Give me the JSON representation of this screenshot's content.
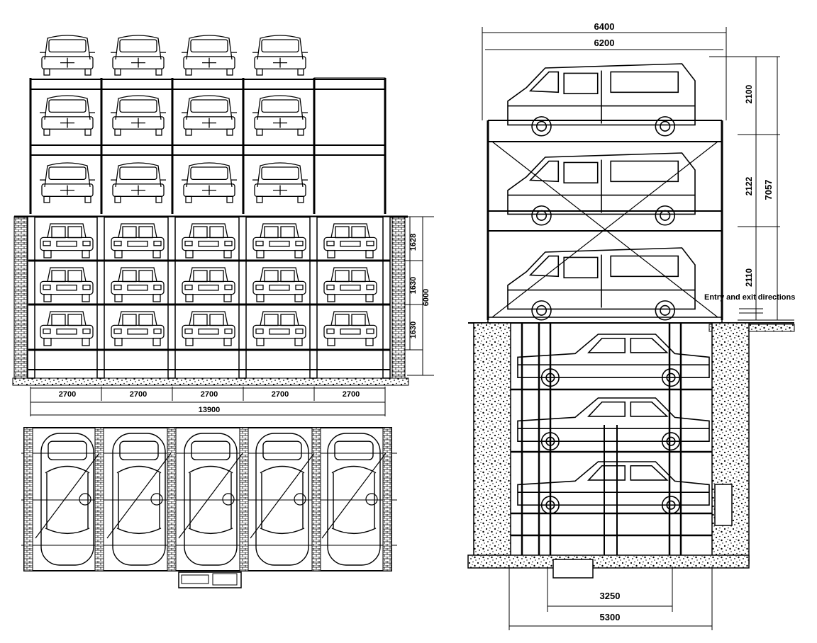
{
  "front_elevation": {
    "column_widths": [
      "2700",
      "2700",
      "2700",
      "2700",
      "2700"
    ],
    "total_width": "13900",
    "level_heights": [
      "1628",
      "1630",
      "1630"
    ],
    "pit_depth": "6000"
  },
  "side_section": {
    "overall_width": "6400",
    "platform_width": "6200",
    "upper_level_heights": [
      "2100",
      "2122",
      "2110"
    ],
    "upper_total_height": "7057",
    "entry_note": "Entry and exit directions",
    "pit_inner_width": "3250",
    "pit_outer_width": "5300"
  },
  "colors": {
    "line": "#000000",
    "background": "#ffffff"
  }
}
